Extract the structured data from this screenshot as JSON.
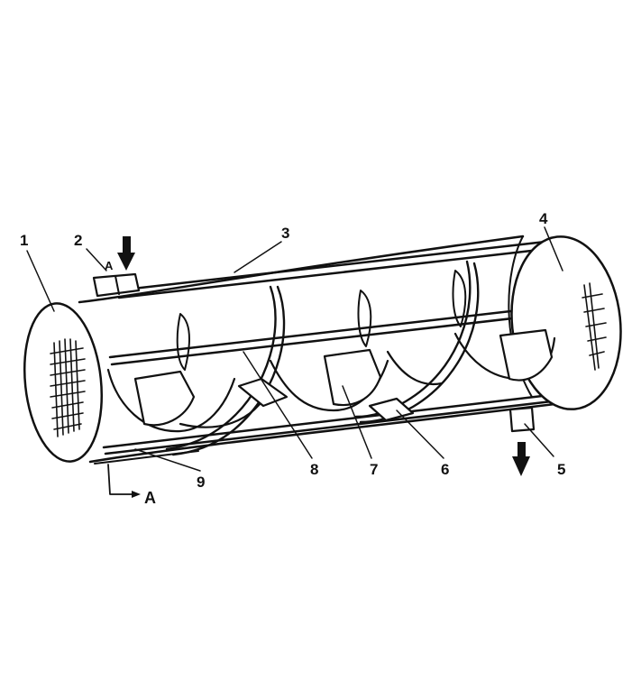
{
  "labels": {
    "n1": "1",
    "n2": "2",
    "n3": "3",
    "n4": "4",
    "n5": "5",
    "n6": "6",
    "n7": "7",
    "n8": "8",
    "n9": "9",
    "section_mark_top": "A",
    "section_mark_bottom": "A"
  },
  "arrows": {
    "inlet": "down-arrow",
    "outlet": "down-arrow",
    "section": "right-arrow"
  }
}
